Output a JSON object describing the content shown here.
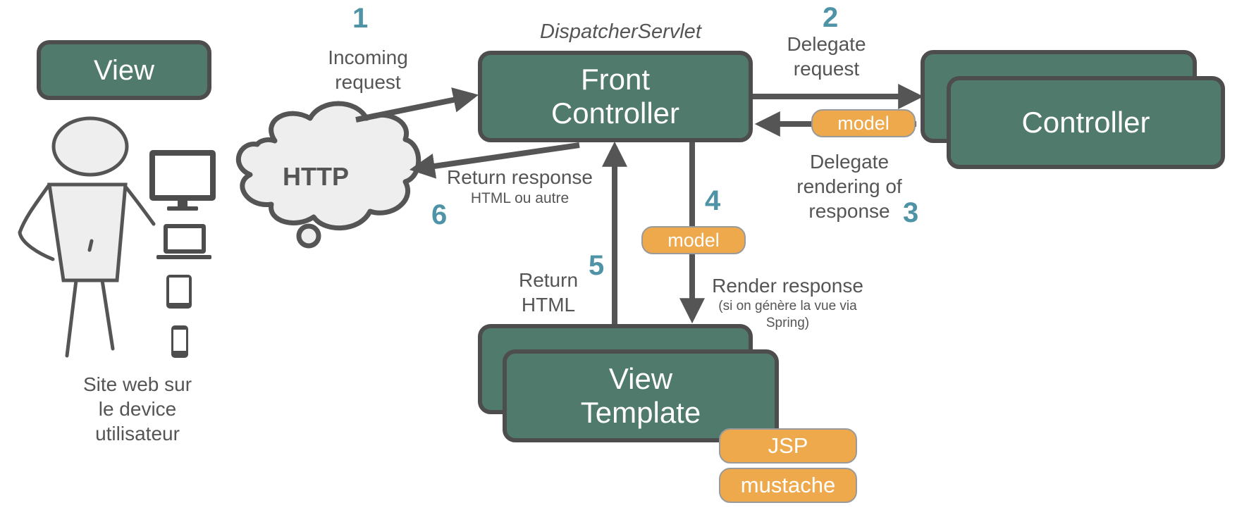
{
  "labels": {
    "view_box": "View",
    "dispatcher": "DispatcherServlet",
    "front_controller_line1": "Front",
    "front_controller_line2": "Controller",
    "controller": "Controller",
    "view_template_line1": "View",
    "view_template_line2": "Template",
    "http": "HTTP",
    "site_line1": "Site web sur",
    "site_line2": "le device",
    "site_line3": "utilisateur"
  },
  "steps": {
    "s1": {
      "number": "1",
      "line1": "Incoming",
      "line2": "request"
    },
    "s2": {
      "number": "2",
      "line1": "Delegate",
      "line2": "request"
    },
    "s3": {
      "number": "3",
      "line1": "Delegate",
      "line2": "rendering of",
      "line3": "response"
    },
    "s4": {
      "number": "4",
      "line1": "Render response",
      "line2": "(si on génère la vue via",
      "line3": "Spring)"
    },
    "s5": {
      "number": "5",
      "line1": "Return",
      "line2": "HTML"
    },
    "s6": {
      "number": "6",
      "line1": "Return response",
      "line2": "HTML ou autre"
    }
  },
  "tags": {
    "model_top": "model",
    "model_mid": "model",
    "jsp": "JSP",
    "mustache": "mustache"
  },
  "colors": {
    "box_fill": "#507a6c",
    "box_border": "#4d4d4d",
    "tag_fill": "#eda94c",
    "step_number": "#4f93a6",
    "arrow": "#555555",
    "cloud_fill": "#eeeeee"
  }
}
